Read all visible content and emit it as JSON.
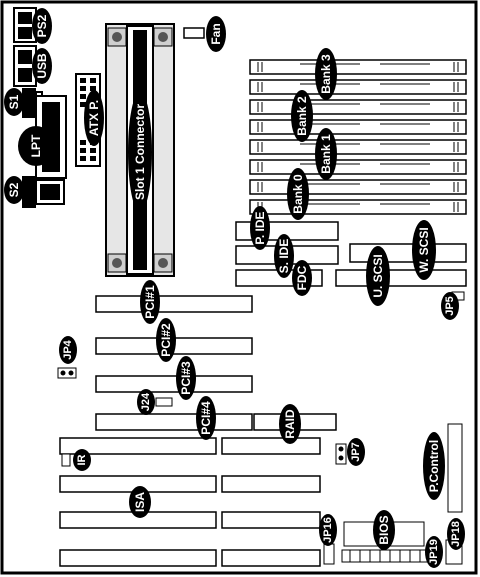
{
  "diagram": {
    "labels": {
      "ps2": "PS2",
      "usb": "USB",
      "s1": "S1",
      "lpt": "LPT",
      "s2": "S2",
      "atx": "ATX P.",
      "slot1": "Slot 1 Connector",
      "fan": "Fan",
      "bank3": "Bank 3",
      "bank2": "Bank 2",
      "bank1": "Bank 1",
      "bank0": "Bank 0",
      "pide": "P. IDE",
      "side": "S. IDE",
      "fdc": "FDC",
      "uscsi": "U. SCSI",
      "wscsi": "W. SCSI",
      "jp5": "JP5",
      "pci1": "PCI#1",
      "pci2": "PCI#2",
      "pci3": "PCI#3",
      "pci4": "PCI#4",
      "jp4": "JP4",
      "j24": "J24",
      "raid": "RAID",
      "ir": "IR",
      "isa": "ISA",
      "jp7": "JP7",
      "pcontrol": "P.Control",
      "jp16": "JP16",
      "bios": "BIOS",
      "jp19": "JP19",
      "jp18": "JP18"
    }
  }
}
